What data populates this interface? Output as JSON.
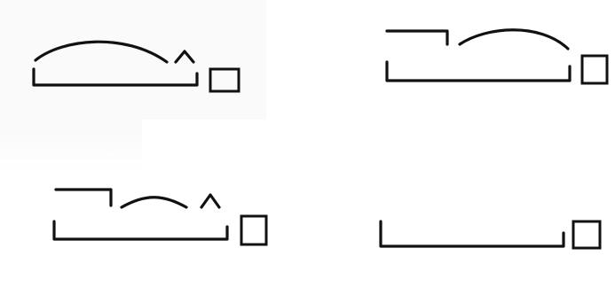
{
  "colors": {
    "ink": "#111111",
    "paper": "#ffffff"
  },
  "panels": [
    {
      "name": "top-left",
      "top_line": "arch",
      "end_mark": "caret"
    },
    {
      "name": "top-right",
      "top_line": "step-arch",
      "end_mark": "none"
    },
    {
      "name": "bottom-left",
      "top_line": "step-arch",
      "end_mark": "caret"
    },
    {
      "name": "bottom-right",
      "top_line": "none",
      "end_mark": "none"
    }
  ]
}
